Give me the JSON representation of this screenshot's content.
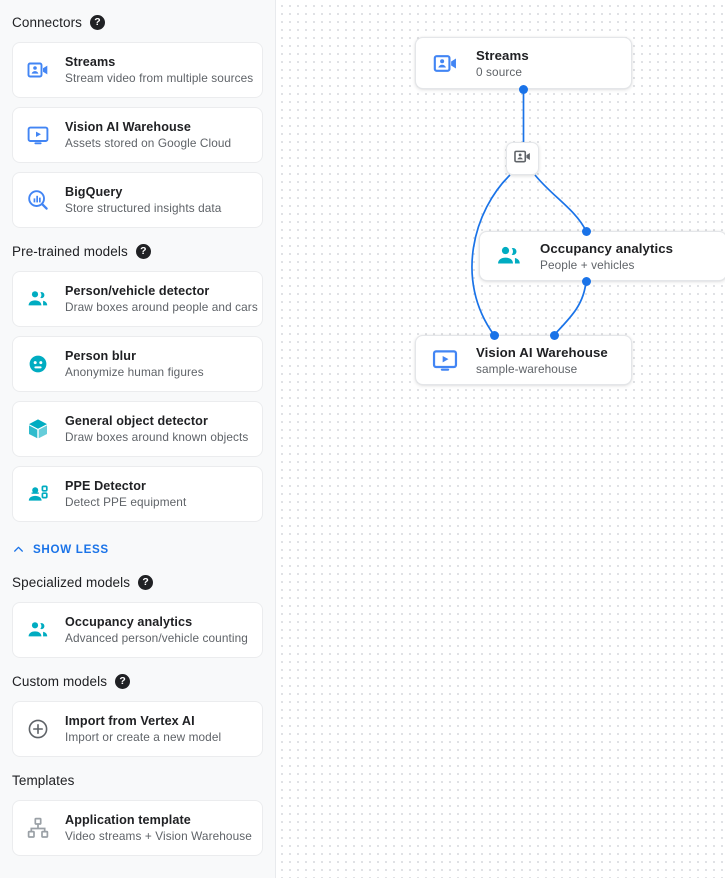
{
  "sidebar": {
    "sections": [
      {
        "title": "Connectors",
        "has_help": true,
        "items": [
          {
            "icon": "video-camera-person-icon",
            "color": "#4285f4",
            "title": "Streams",
            "subtitle": "Stream video from multiple sources"
          },
          {
            "icon": "monitor-play-icon",
            "color": "#4285f4",
            "title": "Vision AI Warehouse",
            "subtitle": "Assets stored on Google Cloud"
          },
          {
            "icon": "bigquery-search-icon",
            "color": "#4285f4",
            "title": "BigQuery",
            "subtitle": "Store structured insights data"
          }
        ]
      },
      {
        "title": "Pre-trained models",
        "has_help": true,
        "items": [
          {
            "icon": "two-people-icon",
            "color": "#00acc1",
            "title": "Person/vehicle detector",
            "subtitle": "Draw boxes around people and cars"
          },
          {
            "icon": "blurred-face-icon",
            "color": "#00acc1",
            "title": "Person blur",
            "subtitle": "Anonymize human figures"
          },
          {
            "icon": "cube-icon",
            "color": "#00acc1",
            "title": "General object detector",
            "subtitle": "Draw boxes around known objects"
          },
          {
            "icon": "person-helmet-icon",
            "color": "#00acc1",
            "title": "PPE Detector",
            "subtitle": "Detect PPE equipment"
          }
        ]
      },
      {
        "title": "Specialized models",
        "has_help": true,
        "items": [
          {
            "icon": "two-people-icon",
            "color": "#00acc1",
            "title": "Occupancy analytics",
            "subtitle": "Advanced person/vehicle counting"
          }
        ]
      },
      {
        "title": "Custom models",
        "has_help": true,
        "items": [
          {
            "icon": "plus-circle-icon",
            "color": "#5f6368",
            "title": "Import from Vertex AI",
            "subtitle": "Import or create a new model"
          }
        ]
      },
      {
        "title": "Templates",
        "has_help": false,
        "items": [
          {
            "icon": "sitemap-icon",
            "color": "#9aa0a6",
            "title": "Application template",
            "subtitle": "Video streams + Vision Warehouse"
          }
        ]
      }
    ],
    "show_less_label": "SHOW LESS",
    "help_glyph": "?"
  },
  "canvas": {
    "nodes": [
      {
        "id": "streams",
        "icon": "video-camera-person-icon",
        "color": "#4285f4",
        "title": "Streams",
        "subtitle": "0 source"
      },
      {
        "id": "occupancy",
        "icon": "two-people-icon",
        "color": "#00acc1",
        "title": "Occupancy analytics",
        "subtitle": "People + vehicles"
      },
      {
        "id": "warehouse",
        "icon": "monitor-play-icon",
        "color": "#4285f4",
        "title": "Vision AI Warehouse",
        "subtitle": "sample-warehouse"
      }
    ],
    "junction": {
      "icon": "video-camera-person-icon",
      "color": "#5f6368"
    },
    "edge_color": "#1a73e8",
    "port_color": "#1a73e8"
  }
}
